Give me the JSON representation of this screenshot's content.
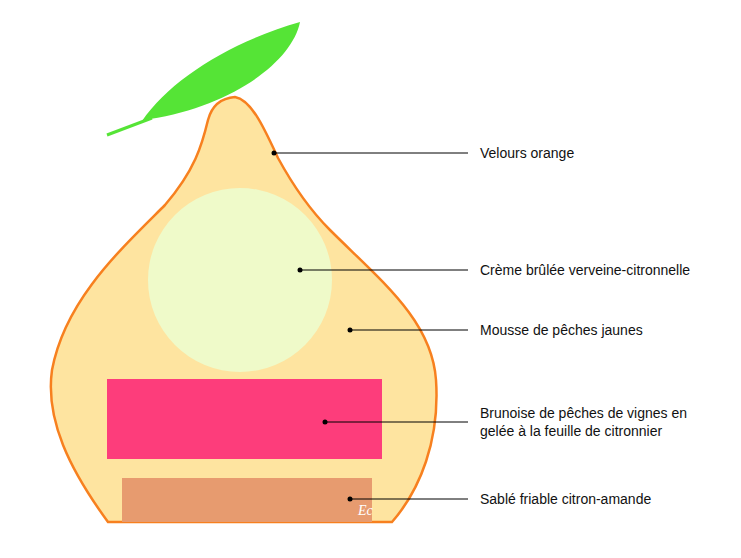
{
  "diagram": {
    "labels": [
      "Velours orange",
      "Crème brûlée verveine-citronnelle",
      "Mousse de pêches jaunes",
      "Brunoise de pêches de vignes en gelée à la feuille de citronnier",
      "Sablé friable citron-amande",
      "Ec"
    ]
  }
}
